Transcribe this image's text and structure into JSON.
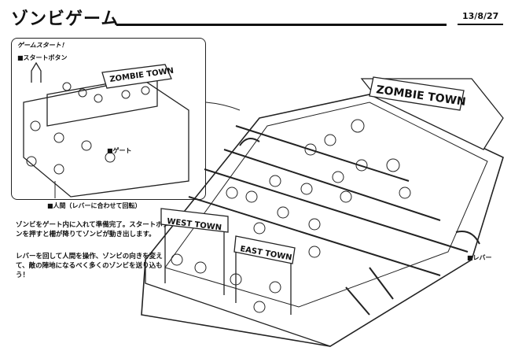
{
  "header": {
    "title": "ゾンビゲーム",
    "date": "13/8/27"
  },
  "inset": {
    "heading": "ゲームスタート！",
    "start_button_label": "■スタートボタン",
    "gate_label": "■ゲート",
    "human_label": "■人間（レバーに合わせて回転）",
    "sign": "ZOMBIE TOWN"
  },
  "description": {
    "paragraph1": "ゾンビをゲート内に入れて準備完了。スタートボタンを押すと柵が降りてゾンビが動き出します。",
    "paragraph2": "レバーを回して人間を操作、ゾンビの向きを変えて、敵の陣地になるべく多くのゾンビを送り込もう！"
  },
  "main_illustration": {
    "top_sign": "ZOMBIE TOWN",
    "west_sign": "WEST TOWN",
    "east_sign": "EAST TOWN",
    "lever_label": "■レバー"
  }
}
